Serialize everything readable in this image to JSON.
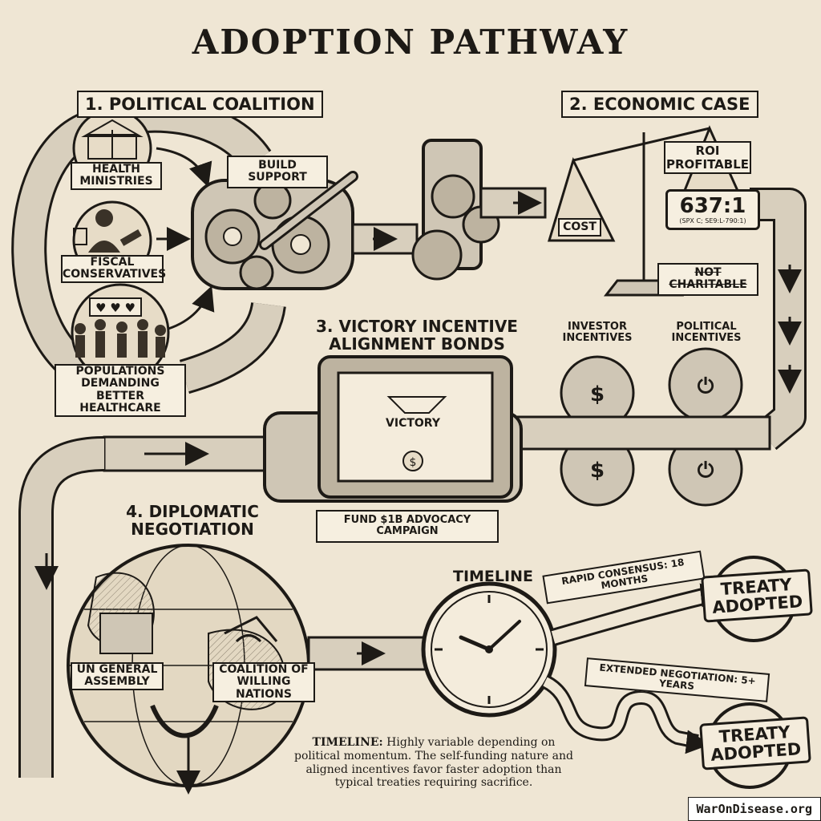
{
  "title": "ADOPTION PATHWAY",
  "sections": {
    "political": "1. POLITICAL COALITION",
    "economic": "2. ECONOMIC CASE",
    "victory_line1": "3. VICTORY INCENTIVE",
    "victory_line2": "ALIGNMENT BONDS",
    "diplomatic_line1": "4. DIPLOMATIC",
    "diplomatic_line2": "NEGOTIATION",
    "timeline": "TIMELINE"
  },
  "political": {
    "health_line1": "HEALTH",
    "health_line2": "MINISTRIES",
    "fiscal_line1": "FISCAL",
    "fiscal_line2": "CONSERVATIVES",
    "pop_line1": "POPULATIONS",
    "pop_line2": "DEMANDING BETTER",
    "pop_line3": "HEALTHCARE",
    "build_support": "BUILD SUPPORT"
  },
  "economic": {
    "cost": "COST",
    "roi_line1": "ROI",
    "roi_line2": "PROFITABLE",
    "ratio": "637:1",
    "ratio_sub": "(SPX C; Se9:L-790:1)",
    "not_charitable": "NOT CHARITABLE"
  },
  "victory": {
    "investor_line1": "INVESTOR",
    "investor_line2": "INCENTIVES",
    "political_inc_line1": "POLITICAL",
    "political_inc_line2": "INCENTIVES",
    "certificate": "VICTORY",
    "fund": "FUND $1B ADVOCACY CAMPAIGN"
  },
  "diplomatic": {
    "un_line1": "UN GENERAL",
    "un_line2": "ASSEMBLY",
    "coalition_line1": "COALITION OF",
    "coalition_line2": "WILLING NATIONS"
  },
  "timeline": {
    "rapid": "RAPID CONSENSUS: 18 MONTHS",
    "extended": "EXTENDED NEGOTIATION: 5+ YEARS",
    "treaty_line1": "TREATY",
    "treaty_line2": "ADOPTED",
    "note_bold": "TIMELINE:",
    "note_text": "Highly variable depending on political momentum. The self-funding nature and aligned incentives favor faster adoption than typical treaties requiring sacrifice."
  },
  "credit": "WarOnDisease.org",
  "colors": {
    "paper": "#efe6d4",
    "ink": "#1d1a16",
    "metal": "#cfc6b5"
  }
}
